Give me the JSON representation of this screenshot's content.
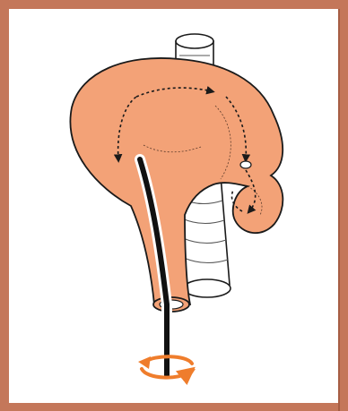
{
  "colors": {
    "frame": "#c4775a",
    "frame_dark": "#a65d43",
    "stomach_fill": "#f3a277",
    "outline": "#1a1a1a",
    "paper": "#ffffff",
    "scope": "#111111",
    "rotation_arrow": "#ef7d2c"
  },
  "diagram": {
    "parts": [
      {
        "name": "esophagus",
        "icon": "tube-icon"
      },
      {
        "name": "duodenum",
        "icon": "ribbed-tube-icon"
      },
      {
        "name": "stomach",
        "icon": "organ-icon"
      },
      {
        "name": "endoscope",
        "icon": "scope-icon"
      },
      {
        "name": "rotation-arrows",
        "icon": "rotate-icon"
      }
    ],
    "path_arrows": 4
  }
}
